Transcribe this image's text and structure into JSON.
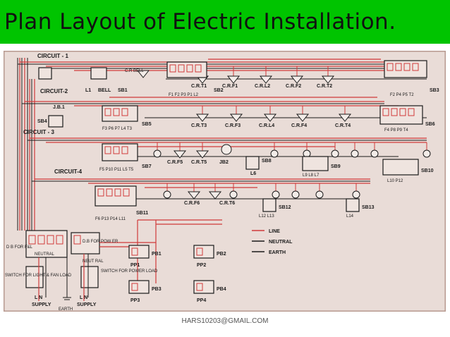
{
  "slide": {
    "title": "Plan Layout of Electric Installation.",
    "footer": "HARS10203@GMAIL.COM"
  },
  "colors": {
    "title_bg": "#00c400",
    "line": "#d03a3a",
    "neutral": "#1a1a1a",
    "paper": "#e9dcd7"
  },
  "diagram": {
    "circuits": [
      "CIRCUIT - 1",
      "CIRCUIT-2",
      "CIRCUIT - 3",
      "CIRCUIT-4"
    ],
    "switch_boards": [
      "SB1",
      "SB2",
      "SB3",
      "SB4",
      "SB5",
      "SB6",
      "SB7",
      "SB8",
      "SB9",
      "SB10",
      "SB11",
      "SB12",
      "SB13"
    ],
    "row1_labels": [
      "C.R BELL",
      "L1",
      "BELL",
      "F1 F2 P3 P1 L2",
      "C.R.T1",
      "C.R.F1",
      "C.R.L2",
      "C.R.F2",
      "C.R.T2",
      "F2 P4 P5 T2"
    ],
    "row2_labels": [
      "J.B.1",
      "F3 P6 P7 L4 T3",
      "C.R.T3",
      "C.R.F3",
      "C.R.L4",
      "C.R.F4",
      "C.R.T4",
      "F4 P8 P9 T4"
    ],
    "row3_labels": [
      "F5 P10 P11 L5 T5",
      "C.R.F5",
      "C.R.T5",
      "JB2",
      "L6",
      "L9 L8 L7",
      "L10 P12"
    ],
    "row4_labels": [
      "C.R.F6",
      "C.R.T6",
      "F6 P13 P14 L11",
      "L12 L13",
      "L14"
    ],
    "db_labels": [
      "D B FOR F&L",
      "NEUTRAL",
      "D.B FOR POW ER",
      "NEUT RAL"
    ],
    "switch_labels": [
      "SWITCH FOR LIGHT & FAN LOAD",
      "SWITCH FOR POWER LOAD"
    ],
    "supply_labels": [
      "L  N",
      "SUPPLY",
      "L  N",
      "SUPPLY",
      "EARTH"
    ],
    "power_boards": [
      "PB1",
      "PB2",
      "PB3",
      "PB4"
    ],
    "power_plugs": [
      "PP1",
      "PP2",
      "PP3",
      "PP4"
    ],
    "legend": [
      "LINE",
      "NEUTRAL",
      "EARTH"
    ]
  }
}
